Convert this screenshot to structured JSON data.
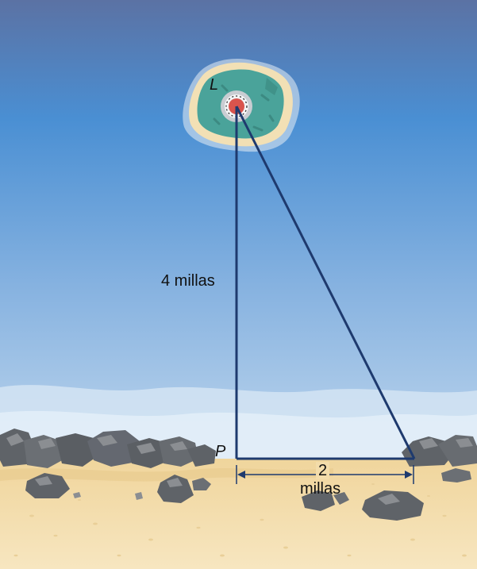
{
  "labels": {
    "lighthouse": "L",
    "point": "P",
    "vertical_distance": "4 millas",
    "horizontal_distance_value": "2",
    "horizontal_distance_unit": "millas"
  },
  "colors": {
    "sky_top": "#5b78a8",
    "sky_mid": "#4a92d6",
    "sky_low": "#a9c8e6",
    "sand": "#f3dcaa",
    "rock": "#5f6368",
    "rock_light": "#8b8e92",
    "island_water": "#4aa39a",
    "island_sand": "#f2e0b5",
    "light_red": "#d9544d",
    "line": "#1e3a6e"
  }
}
